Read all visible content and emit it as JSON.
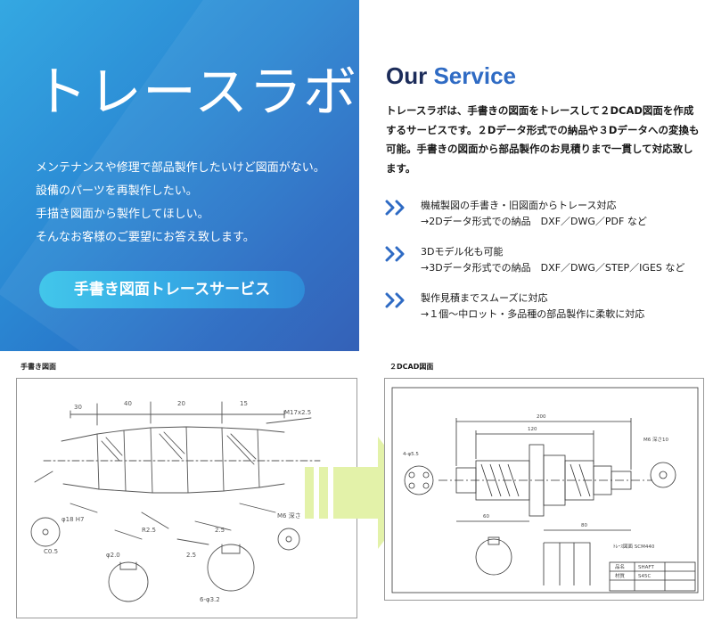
{
  "hero": {
    "title": "トレースラボ",
    "lines": [
      "メンテナンスや修理で部品製作したいけど図面がない。",
      "設備のパーツを再製作したい。",
      "手描き図面から製作してほしい。",
      "そんなお客様のご要望にお答え致します。"
    ],
    "button_label": "手書き図面トレースサービス"
  },
  "service": {
    "title_part1": "Our",
    "title_part2": "Service",
    "description": "トレースラボは、手書きの図面をトレースして２DCAD図面を作成するサービスです。２Dデータ形式での納品や３Dデータへの変換も可能。手書きの図面から部品製作のお見積りまで一貫して対応致します。",
    "features": [
      {
        "line1": "機械製図の手書き・旧図面からトレース対応",
        "line2": "→2Dデータ形式での納品　DXF／DWG／PDF など"
      },
      {
        "line1": "3Dモデル化も可能",
        "line2": "→3Dデータ形式での納品　DXF／DWG／STEP／IGES など"
      },
      {
        "line1": "製作見積までスムーズに対応",
        "line2": "→１個～中ロット・多品種の部品製作に柔軟に対応"
      }
    ]
  },
  "compare": {
    "left_caption": "手書き図面",
    "right_caption": "２DCAD図面"
  },
  "colors": {
    "hero_gradient": [
      "#34a8e2",
      "#2858b3"
    ],
    "navy": "#1c2c5a",
    "accent_blue": "#2f6bc4",
    "arrow": "#e3f2a9"
  }
}
